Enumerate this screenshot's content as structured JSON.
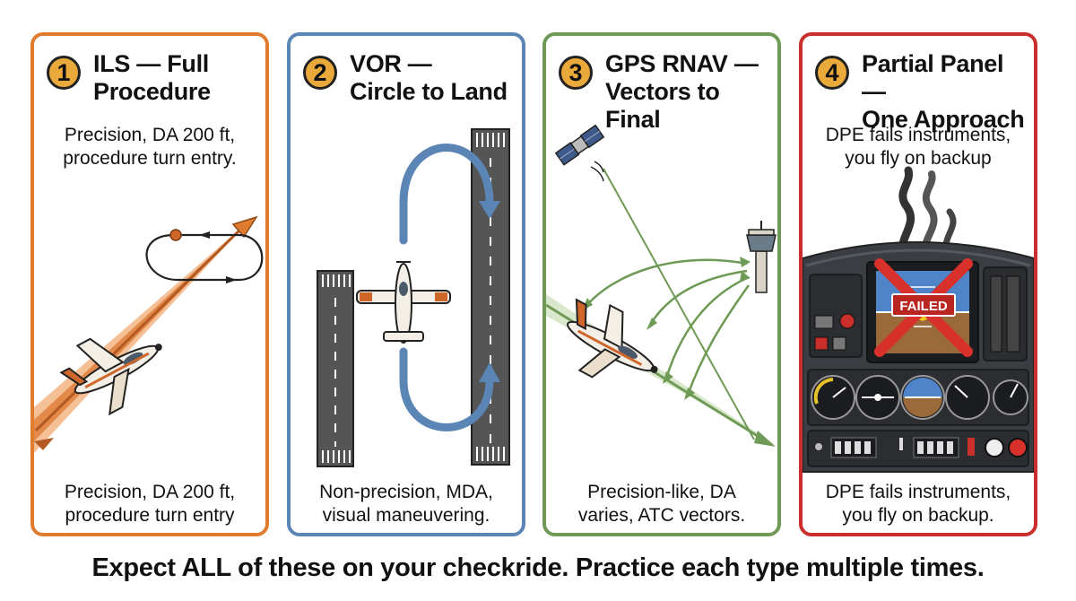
{
  "panels": [
    {
      "number": "1",
      "title_line1": "ILS — Full",
      "title_line2": "Procedure",
      "subtitle_line1": "Precision, DA 200 ft,",
      "subtitle_line2": "procedure turn entry.",
      "bottom_line1": "Precision, DA 200 ft,",
      "bottom_line2": "procedure turn entry",
      "border_color": "#e07c2f"
    },
    {
      "number": "2",
      "title_line1": "VOR —",
      "title_line2": "Circle to Land",
      "bottom_line1": "Non-precision, MDA,",
      "bottom_line2": "visual maneuvering.",
      "border_color": "#5b85b5"
    },
    {
      "number": "3",
      "title_line1": "GPS RNAV —",
      "title_line2": "Vectors to Final",
      "bottom_line1": "Precision-like, DA",
      "bottom_line2": "varies, ATC vectors.",
      "border_color": "#6e9a55"
    },
    {
      "number": "4",
      "title_line1": "Partial Panel —",
      "title_line2": "One Approach",
      "subtitle_line1": "DPE fails instruments,",
      "subtitle_line2": "you fly on backup",
      "bottom_line1": "DPE fails instruments,",
      "bottom_line2": "you fly on backup.",
      "failed_label": "FAILED",
      "border_color": "#c9302c"
    }
  ],
  "footer": "Expect ALL of these on your checkride. Practice each type multiple times.",
  "icons": [
    "airplane-icon",
    "satellite-icon",
    "control-tower-icon",
    "instrument-panel-icon",
    "smoke-icon"
  ],
  "colors": {
    "badge": "#e9a93b",
    "ils_beam": "#e07c2f",
    "circle_path": "#5b85b5",
    "vector_arrows": "#6e9a55",
    "failed_red": "#d8302b"
  }
}
